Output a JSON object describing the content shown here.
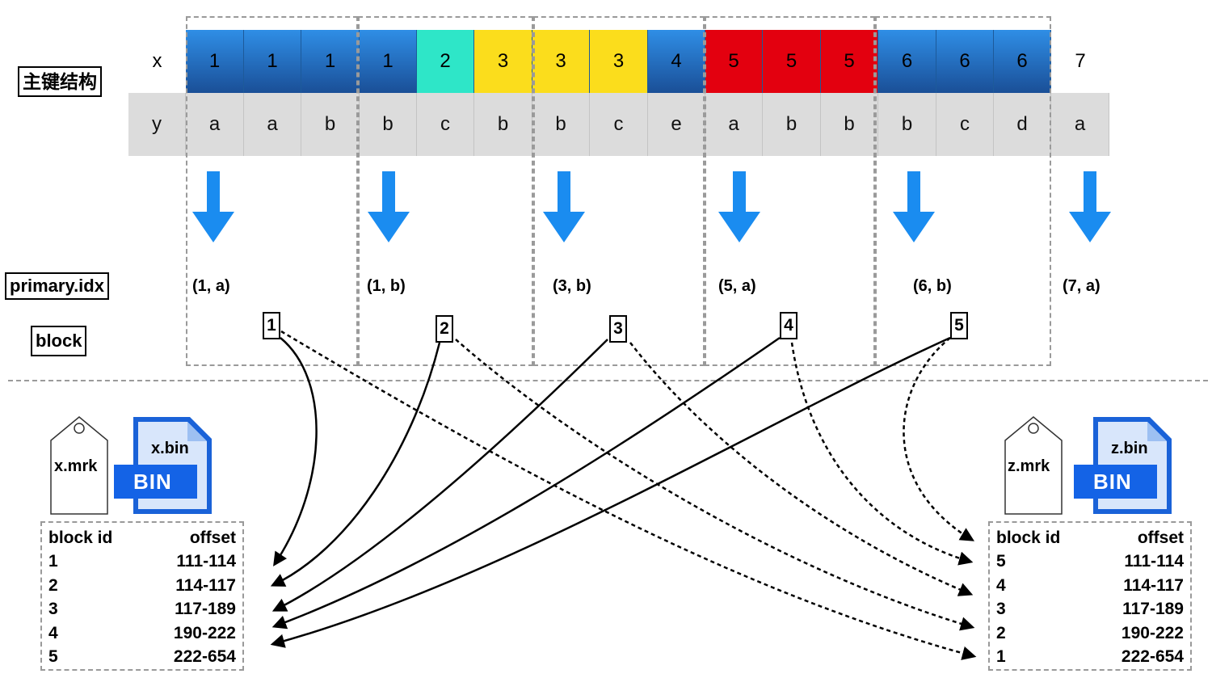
{
  "labels": {
    "primary_key": "主键结构",
    "primary_idx": "primary.idx",
    "block": "block"
  },
  "columns": [
    {
      "x": "x",
      "y": "y",
      "color": "#ffffff"
    },
    {
      "x": "1",
      "y": "a",
      "color": "blue"
    },
    {
      "x": "1",
      "y": "a",
      "color": "blue"
    },
    {
      "x": "1",
      "y": "b",
      "color": "blue"
    },
    {
      "x": "1",
      "y": "b",
      "color": "blue"
    },
    {
      "x": "2",
      "y": "c",
      "color": "#2ee6c8"
    },
    {
      "x": "3",
      "y": "b",
      "color": "#fbdd1c"
    },
    {
      "x": "3",
      "y": "b",
      "color": "#fbdd1c"
    },
    {
      "x": "3",
      "y": "c",
      "color": "#fbdd1c"
    },
    {
      "x": "4",
      "y": "e",
      "color": "blue"
    },
    {
      "x": "5",
      "y": "a",
      "color": "#e3000f"
    },
    {
      "x": "5",
      "y": "b",
      "color": "#e3000f"
    },
    {
      "x": "5",
      "y": "b",
      "color": "#e3000f"
    },
    {
      "x": "6",
      "y": "b",
      "color": "blue"
    },
    {
      "x": "6",
      "y": "c",
      "color": "blue"
    },
    {
      "x": "6",
      "y": "d",
      "color": "blue"
    },
    {
      "x": "7",
      "y": "a",
      "color": "#ffffff"
    }
  ],
  "index_keys": [
    "(1, a)",
    "(1, b)",
    "(3, b)",
    "(5, a)",
    "(6, b)",
    "(7, a)"
  ],
  "blocks": [
    "1",
    "2",
    "3",
    "4",
    "5"
  ],
  "left_file": {
    "mrk": "x.mrk",
    "bin": "x.bin",
    "bin_badge": "BIN",
    "header": [
      "block id",
      "offset"
    ],
    "rows": [
      [
        "1",
        "111-114"
      ],
      [
        "2",
        "114-117"
      ],
      [
        "3",
        "117-189"
      ],
      [
        "4",
        "190-222"
      ],
      [
        "5",
        "222-654"
      ]
    ]
  },
  "right_file": {
    "mrk": "z.mrk",
    "bin": "z.bin",
    "bin_badge": "BIN",
    "header": [
      "block id",
      "offset"
    ],
    "rows": [
      [
        "5",
        "111-114"
      ],
      [
        "4",
        "114-117"
      ],
      [
        "3",
        "117-189"
      ],
      [
        "2",
        "190-222"
      ],
      [
        "1",
        "222-654"
      ]
    ]
  },
  "colors": {
    "arrow_blue": "#1a8cf0",
    "cell_blue_top": "#2f8ee6",
    "cell_blue_bottom": "#1a4f97",
    "cell_gray": "#dcdcdc",
    "bin_blue": "#1463e6"
  }
}
